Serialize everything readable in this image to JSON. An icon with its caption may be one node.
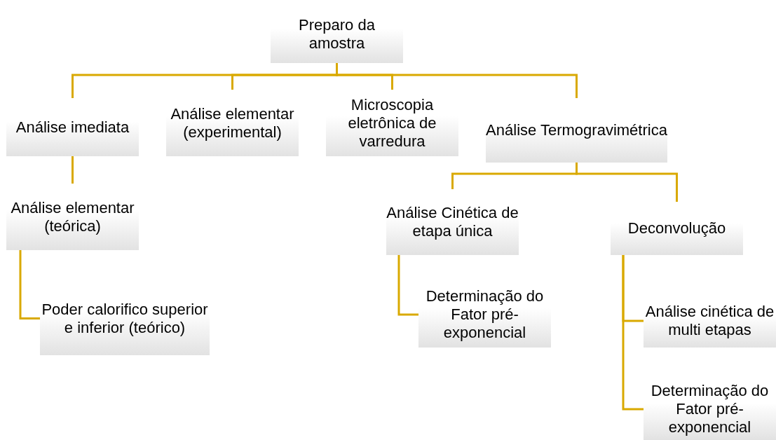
{
  "diagram": {
    "nodes": [
      {
        "text": [
          "Preparo da amostra"
        ]
      },
      {
        "text": [
          "Análise imediata"
        ]
      },
      {
        "text": [
          "Análise elementar (experimental)"
        ]
      },
      {
        "text": [
          "Microscopia eletrônica de varredura"
        ]
      },
      {
        "text": [
          "Análise Termogravimétrica"
        ]
      },
      {
        "text": [
          "Análise elementar (teórica)"
        ]
      },
      {
        "text": [
          "Poder calorifico superior e inferior (teórico)"
        ]
      },
      {
        "text": [
          "Análise Cinética de etapa única"
        ]
      },
      {
        "text": [
          "Deconvolução"
        ]
      },
      {
        "text": [
          "Determinação do Fator pré-exponencial"
        ]
      },
      {
        "text": [
          "Análise cinética de multi etapas"
        ]
      },
      {
        "text": [
          "Determinação do Fator pré-exponencial"
        ]
      }
    ],
    "edges": [
      {
        "from": 0,
        "to": 1,
        "arrow": "none"
      },
      {
        "from": 0,
        "to": 2,
        "arrow": "none"
      },
      {
        "from": 0,
        "to": 3,
        "arrow": "none"
      },
      {
        "from": 0,
        "to": 4,
        "arrow": "none"
      },
      {
        "from": 1,
        "to": 5,
        "arrow": "none"
      },
      {
        "from": 5,
        "to": 6,
        "arrow": "none"
      },
      {
        "from": 4,
        "to": 7,
        "arrow": "none"
      },
      {
        "from": 4,
        "to": 8,
        "arrow": "none"
      },
      {
        "from": 7,
        "to": 9,
        "arrow": "none"
      },
      {
        "from": 8,
        "to": 10,
        "arrow": "none"
      },
      {
        "from": 8,
        "to": 11,
        "arrow": "none"
      }
    ]
  }
}
